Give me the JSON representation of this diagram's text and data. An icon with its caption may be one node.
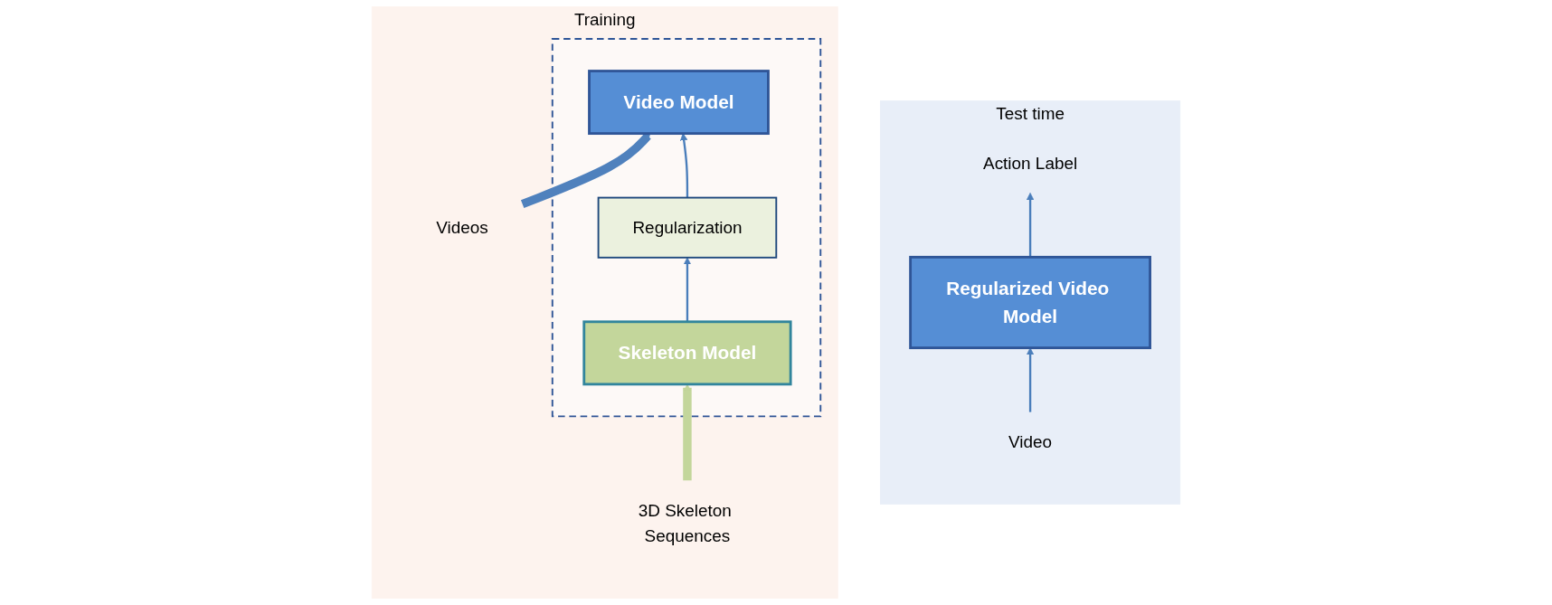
{
  "diagram": {
    "nodes": [
      {
        "text": [
          "Training"
        ]
      },
      {
        "text": [],
        "shape": "box",
        "in": 0
      },
      {
        "text": [
          "Video Model"
        ],
        "in": 1
      },
      {
        "text": [
          "Skeleton Model"
        ],
        "in": 1
      },
      {
        "text": [
          "Regularization"
        ],
        "in": 1
      },
      {
        "text": [
          "Videos"
        ],
        "in": 0
      },
      {
        "text": [
          "3D Skeleton Sequences"
        ],
        "in": 0
      },
      {
        "text": [
          "Test time"
        ]
      },
      {
        "text": [
          "Action Label"
        ],
        "in": 7
      },
      {
        "text": [
          "Regularized Video Model"
        ],
        "in": 7
      },
      {
        "text": [
          "Video"
        ],
        "in": 7
      }
    ],
    "edges": [
      {
        "from": 5,
        "to": 2,
        "arrow": "to",
        "style": "thick",
        "color": "#4f81bd"
      },
      {
        "from": 6,
        "to": 3,
        "arrow": "to",
        "style": "thick",
        "color": "#c3d69b"
      },
      {
        "from": 3,
        "to": 4,
        "arrow": "to"
      },
      {
        "from": 4,
        "to": 2,
        "arrow": "to"
      },
      {
        "from": 10,
        "to": 9,
        "arrow": "to"
      },
      {
        "from": 9,
        "to": 8,
        "arrow": "to"
      }
    ]
  }
}
